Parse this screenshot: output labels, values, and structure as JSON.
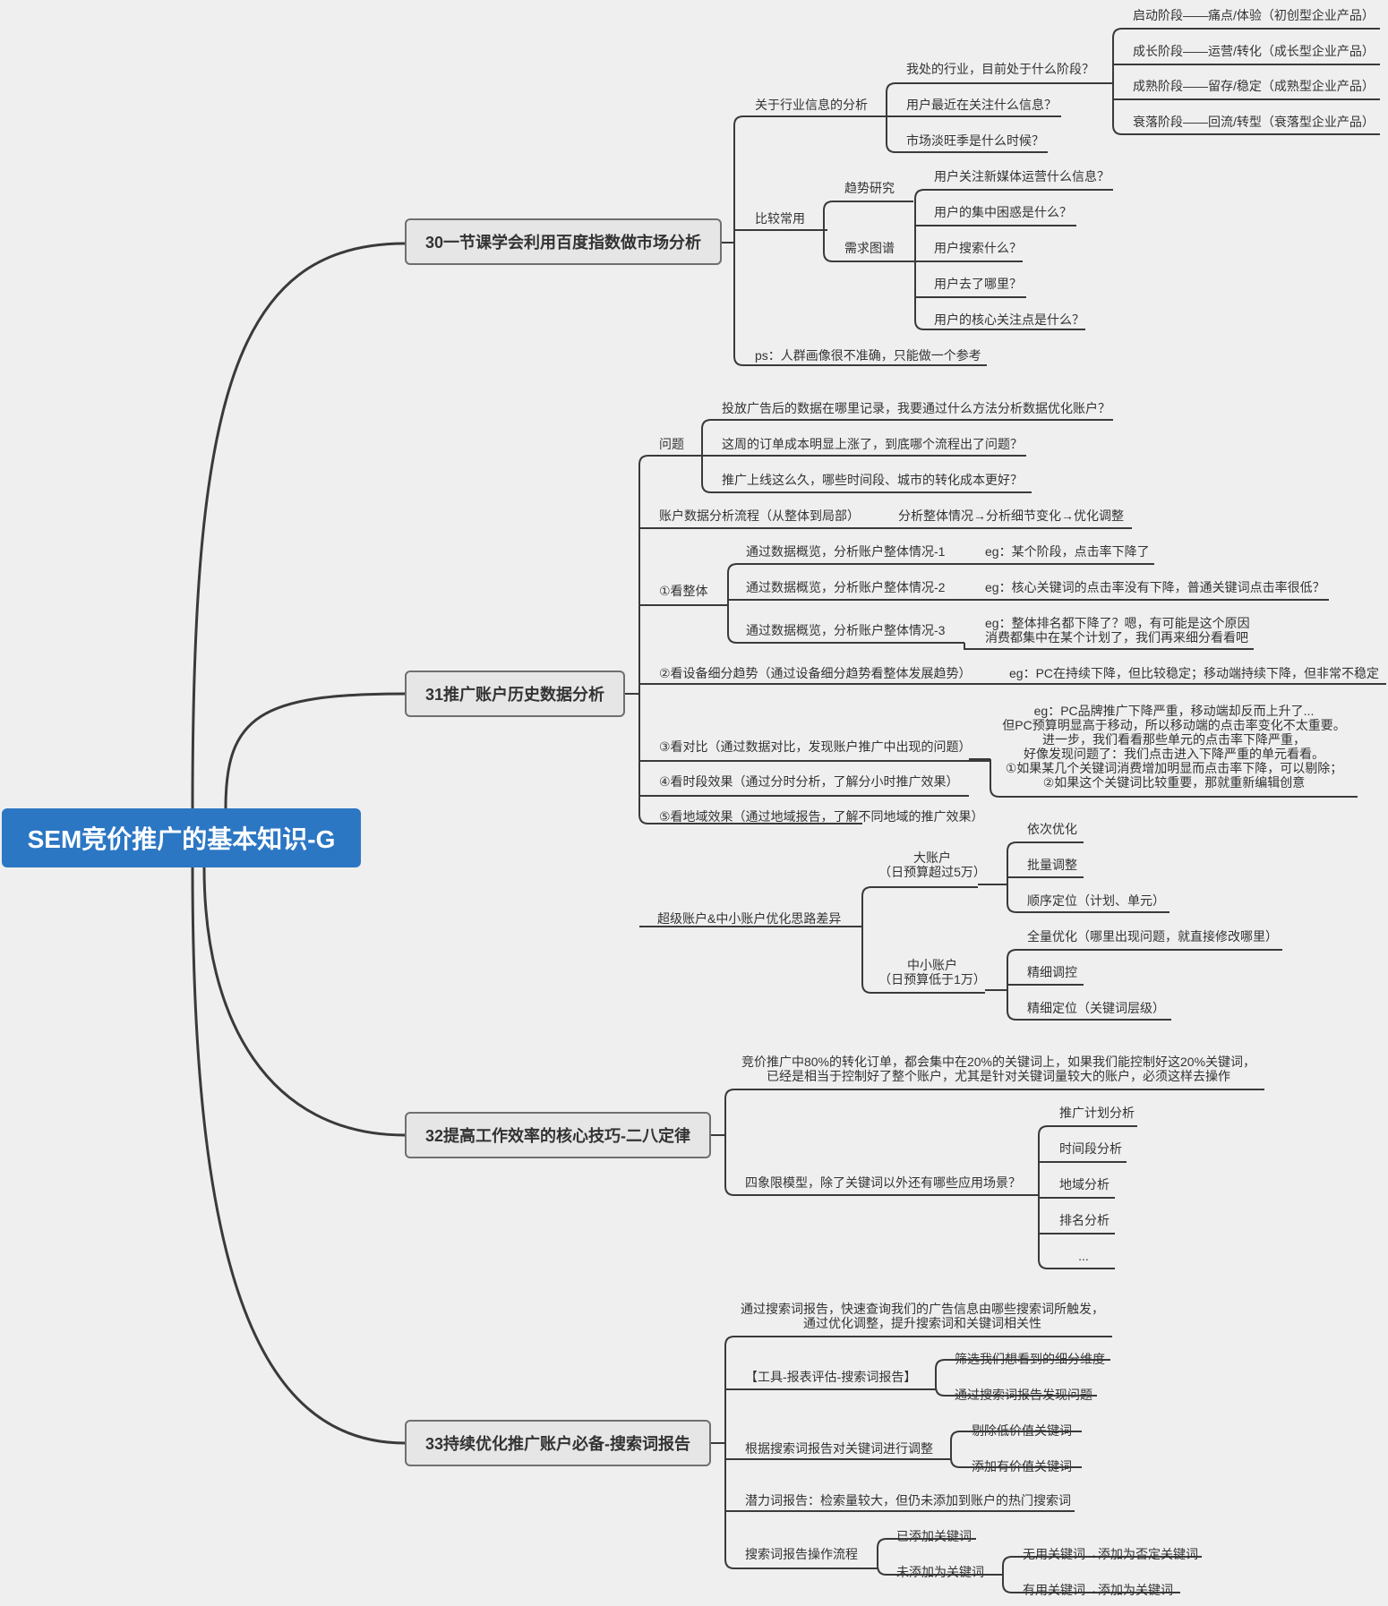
{
  "root": "SEM竞价推广的基本知识-G",
  "t30": {
    "title": "30一节课学会利用百度指数做市场分析",
    "industry": "关于行业信息的分析",
    "q_stage": "我处的行业，目前处于什么阶段？",
    "stage1": "启动阶段——痛点/体验（初创型企业产品）",
    "stage2": "成长阶段——运营/转化（成长型企业产品）",
    "stage3": "成熟阶段——留存/稳定（成熟型企业产品）",
    "stage4": "衰落阶段——回流/转型（衰落型企业产品）",
    "q_info": "用户最近在关注什么信息？",
    "q_season": "市场淡旺季是什么时候？",
    "common": "比较常用",
    "trend": "趋势研究",
    "demand": "需求图谱",
    "d1": "用户关注新媒体运营什么信息？",
    "d2": "用户的集中困惑是什么？",
    "d3": "用户搜索什么？",
    "d4": "用户去了哪里？",
    "d5": "用户的核心关注点是什么？",
    "ps": "ps：人群画像很不准确，只能做一个参考"
  },
  "t31": {
    "title": "31推广账户历史数据分析",
    "problem": "问题",
    "p1": "投放广告后的数据在哪里记录，我要通过什么方法分析数据优化账户？",
    "p2": "这周的订单成本明显上涨了，到底哪个流程出了问题？",
    "p3": "推广上线这么久，哪些时间段、城市的转化成本更好？",
    "flow": "账户数据分析流程（从整体到局部）",
    "flow_detail": "分析整体情况→分析细节变化→优化调整",
    "whole": "①看整体",
    "w1": "通过数据概览，分析账户整体情况-1",
    "w1eg": "eg：某个阶段，点击率下降了",
    "w2": "通过数据概览，分析账户整体情况-2",
    "w2eg": "eg：核心关键词的点击率没有下降，普通关键词点击率很低？",
    "w3": "通过数据概览，分析账户整体情况-3",
    "w3eg_1": "eg：整体排名都下降了？嗯，有可能是这个原因",
    "w3eg_2": "消费都集中在某个计划了，我们再来细分看看吧",
    "device": "②看设备细分趋势（通过设备细分趋势看整体发展趋势）",
    "device_eg": "eg：PC在持续下降，但比较稳定；移动端持续下降，但非常不稳定",
    "compare": "③看对比（通过数据对比，发现账户推广中出现的问题）",
    "cmp_1": "eg：PC品牌推广下降严重，移动端却反而上升了...",
    "cmp_2": "但PC预算明显高于移动，所以移动端的点击率变化不太重要。",
    "cmp_3": "进一步，我们看看那些单元的点击率下降严重，",
    "cmp_4": "好像发现问题了：我们点击进入下降严重的单元看看。",
    "cmp_5": "①如果某几个关键词消费增加明显而点击率下降，可以剔除；",
    "cmp_6": "②如果这个关键词比较重要，那就重新编辑创意",
    "time": "④看时段效果（通过分时分析，了解分小时推广效果）",
    "region": "⑤看地域效果（通过地域报告，了解不同地域的推广效果）",
    "super": "超级账户&中小账户优化思路差异",
    "big_1": "大账户",
    "big_2": "（日预算超过5万）",
    "b1": "依次优化",
    "b2": "批量调整",
    "b3": "顺序定位（计划、单元）",
    "small_1": "中小账户",
    "small_2": "（日预算低于1万）",
    "s1": "全量优化（哪里出现问题，就直接修改哪里）",
    "s2": "精细调控",
    "s3": "精细定位（关键词层级）"
  },
  "t32": {
    "title": "32提高工作效率的核心技巧-二八定律",
    "rule_1": "竞价推广中80%的转化订单，都会集中在20%的关键词上，如果我们能控制好这20%关键词，",
    "rule_2": "已经是相当于控制好了整个账户，尤其是针对关键词量较大的账户，必须这样去操作",
    "quad": "四象限模型，除了关键词以外还有哪些应用场景？",
    "q1": "推广计划分析",
    "q2": "时间段分析",
    "q3": "地域分析",
    "q4": "排名分析",
    "q5": "..."
  },
  "t33": {
    "title": "33持续优化推广账户必备-搜索词报告",
    "intro_1": "通过搜索词报告，快速查询我们的广告信息由哪些搜索词所触发，",
    "intro_2": "通过优化调整，提升搜索词和关键词相关性",
    "tool": "【工具-报表评估-搜索词报告】",
    "tool1": "筛选我们想看到的细分维度",
    "tool2": "通过搜索词报告发现问题",
    "adjust": "根据搜索词报告对关键词进行调整",
    "adj1": "剔除低价值关键词",
    "adj2": "添加有价值关键词",
    "potential": "潜力词报告：检索量较大，但仍未添加到账户的热门搜索词",
    "process": "搜索词报告操作流程",
    "added": "已添加关键词",
    "notadded": "未添加为关键词",
    "na1": "无用关键词→添加为否定关键词",
    "na2": "有用关键词→添加为关键词"
  }
}
